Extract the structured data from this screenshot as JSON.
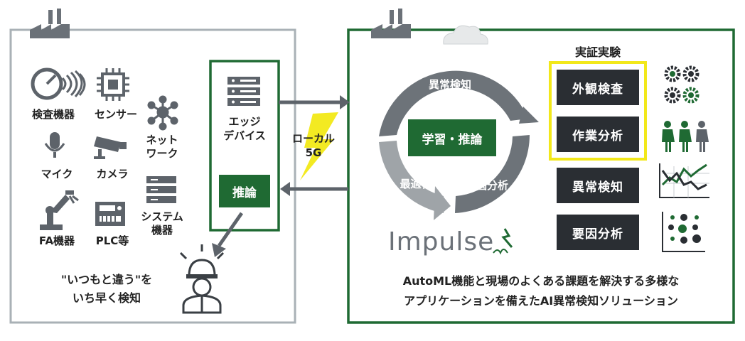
{
  "left_panel": {
    "devices": {
      "inspection": "検査機器",
      "sensor": "センサー",
      "network_line1": "ネット",
      "network_line2": "ワーク",
      "mic": "マイク",
      "camera": "カメラ",
      "fa": "FA機器",
      "plc": "PLC等",
      "system_line1": "システム",
      "system_line2": "機器"
    },
    "edge_line1": "エッジ",
    "edge_line2": "デバイス",
    "inference": "推論",
    "message_line1": "\"いつもと違う\"を",
    "message_line2": "いち早く検知"
  },
  "link": {
    "label_line1": "ローカル",
    "label_line2": "5G"
  },
  "right_panel": {
    "cycle": {
      "top": "異常検知",
      "left": "最適化",
      "right": "要因分析",
      "center": "学習・推論"
    },
    "logo": "Impulse",
    "demo_title": "実証実験",
    "demo_items": [
      "外観検査",
      "作業分析"
    ],
    "other_items": [
      "異常検知",
      "要因分析"
    ],
    "caption_line1": "AutoML機能と現場のよくある課題を解決する多様な",
    "caption_line2": "アプリケーションを備えたAI異常検知ソリューション"
  },
  "colors": {
    "green": "#1f6a33",
    "dark": "#2a2e33",
    "yellow_frame": "#f2e81a",
    "gray_frame": "#a9b1b6"
  }
}
